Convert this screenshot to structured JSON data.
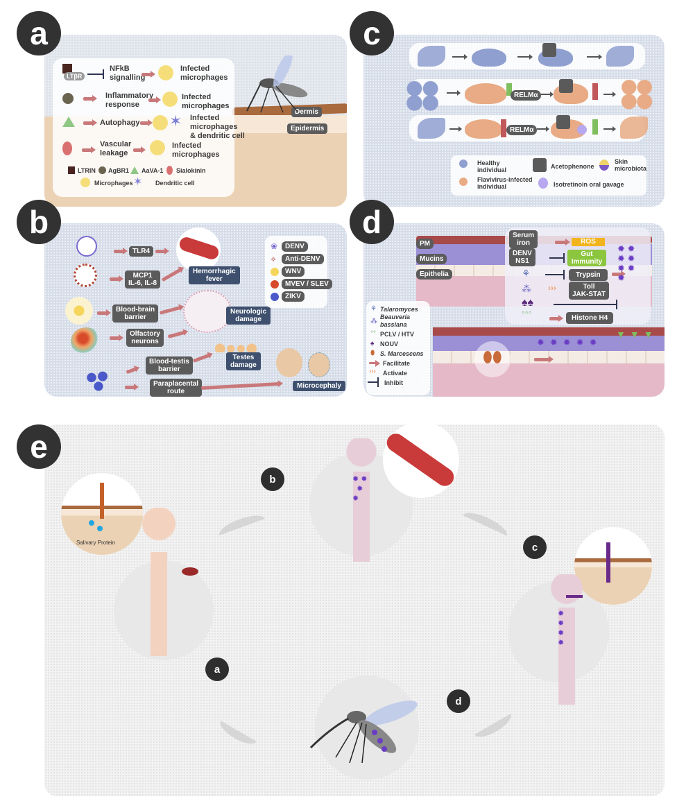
{
  "panel_a": {
    "badge": "a",
    "rows": [
      {
        "receptor": "LTβR",
        "process": "NFkB signalling",
        "outcome": "Infected microphages",
        "relation": "inhibit"
      },
      {
        "process": "Inflammatory response",
        "outcome": "Infected microphages",
        "relation": "facilitate"
      },
      {
        "process": "Autophagy",
        "outcome": "Infected microphages & dendritic cell",
        "relation": "facilitate"
      },
      {
        "process": "Vascular leakage",
        "outcome": "Infected microphages",
        "relation": "facilitate"
      }
    ],
    "process_lines": [
      [
        "NFkB",
        "signalling"
      ],
      [
        "Inflammatory",
        "response"
      ],
      [
        "Autophagy"
      ],
      [
        "Vascular",
        "leakage"
      ]
    ],
    "outcome_lines": [
      [
        "Infected",
        "microphages"
      ],
      [
        "Infected",
        "microphages"
      ],
      [
        "Infected",
        "microphages",
        "& dendritic cell"
      ],
      [
        "Infected",
        "microphages"
      ]
    ],
    "legend": [
      "LTRIN",
      "AgBR1",
      "AaVA-1",
      "Sialokinin",
      "Microphages",
      "Dendritic cell"
    ],
    "skin_labels": [
      "Dermis",
      "Epidermis"
    ]
  },
  "panel_b": {
    "badge": "b",
    "mediators": [
      "TLR4",
      "MCP1\nIL-6, IL-8",
      "Blood-brain\nbarrier",
      "Olfactory\nneurons",
      "Blood-testis\nbarrier",
      "Paraplacental\nroute"
    ],
    "mediator_lines": [
      [
        "TLR4"
      ],
      [
        "MCP1",
        "IL-6, IL-8"
      ],
      [
        "Blood-brain",
        "barrier"
      ],
      [
        "Olfactory",
        "neurons"
      ],
      [
        "Blood-testis",
        "barrier"
      ],
      [
        "Paraplacental",
        "route"
      ]
    ],
    "outcomes": [
      [
        "Hemorrhagic",
        "fever"
      ],
      [
        "Neurologic",
        "damage"
      ],
      [
        "Testes",
        "damage"
      ],
      [
        "Microcephaly"
      ]
    ],
    "legend": [
      "DENV",
      "Anti-DENV",
      "WNV",
      "MVEV / SLEV",
      "ZIKV"
    ]
  },
  "panel_c": {
    "badge": "c",
    "relm_label": "RELMα",
    "legend": [
      {
        "label": "Healthy individual",
        "lines": [
          "Healthy",
          "individual"
        ]
      },
      {
        "label": "Acetophenone",
        "lines": [
          "Acetophenone"
        ]
      },
      {
        "label": "Skin microbiota",
        "lines": [
          "Skin",
          "microbiota"
        ]
      },
      {
        "label": "Flavivirus-infected individual",
        "lines": [
          "Flavivirus-infected",
          "individual"
        ]
      },
      {
        "label": "Isotretinoin oral gavage",
        "lines": [
          "Isotretinoin oral gavage"
        ]
      }
    ],
    "colors": {
      "healthy": "#8f9fd0",
      "infected": "#e8ab85",
      "up": "#c0575a",
      "down": "#7fbf5f"
    }
  },
  "panel_d": {
    "badge": "d",
    "layers": [
      "PM",
      "Mucins",
      "Epithelia"
    ],
    "factors": [
      [
        "Serum",
        "iron"
      ],
      [
        "DENV",
        "NS1"
      ]
    ],
    "pathways": {
      "ros": "ROS",
      "gut": [
        "Gut",
        "Immunity"
      ],
      "trypsin": "Trypsin",
      "toll": [
        "Toll",
        "JAK-STAT"
      ],
      "histone": "Histone H4"
    },
    "legend": [
      {
        "label": "Talaromyces",
        "italic": true
      },
      {
        "label": "Beauveria bassiana",
        "lines": [
          "Beauveria",
          "bassiana"
        ],
        "italic": true
      },
      {
        "label": "PCLV / HTV",
        "italic": false
      },
      {
        "label": "NOUV",
        "italic": false
      },
      {
        "label": "S. Marcescens",
        "italic": true
      },
      {
        "label": "Facilitate",
        "italic": false
      },
      {
        "label": "Activate",
        "italic": false
      },
      {
        "label": "Inhibit",
        "italic": false
      }
    ],
    "colors": {
      "ros": "#f2b41c",
      "gut": "#8cc63f"
    }
  },
  "panel_e": {
    "badge": "e",
    "steps": [
      "a",
      "b",
      "c",
      "d"
    ],
    "salivary_label": "Salivary Protein"
  }
}
